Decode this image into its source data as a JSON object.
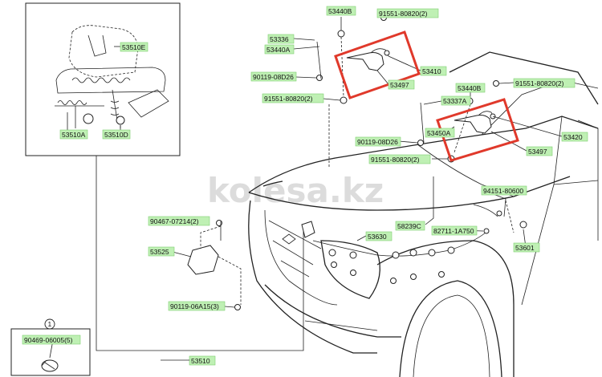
{
  "watermark": "kolesa.kz",
  "callout_number": "1",
  "labels": {
    "l53510E": "53510E",
    "l53510A": "53510A",
    "l53510D": "53510D",
    "l53440B_top": "53440B",
    "l91551_top": "91551-80820(2)",
    "l53336": "53336",
    "l53440A": "53440A",
    "l90119_08D26_a": "90119-08D26",
    "l53410": "53410",
    "l53497_a": "53497",
    "l91551_mid": "91551-80820(2)",
    "l53440B_right": "53440B",
    "l91551_right": "91551-80820(2)",
    "l53337A": "53337A",
    "l53450A": "53450A",
    "l90119_08D26_b": "90119-08D26",
    "l53420": "53420",
    "l53497_b": "53497",
    "l91551_lower": "91551-80820(2)",
    "l94151": "94151-80600",
    "l90467": "90467-07214(2)",
    "l58239C": "58239C",
    "l82711": "82711-1A750",
    "l53630": "53630",
    "l53525": "53525",
    "l53601": "53601",
    "l90119_06A15": "90119-06A15(3)",
    "l90469": "90469-06005(5)",
    "l53510": "53510"
  },
  "colors": {
    "label_fill": "#bff0b4",
    "highlight": "#e0392b",
    "line": "#222222"
  }
}
